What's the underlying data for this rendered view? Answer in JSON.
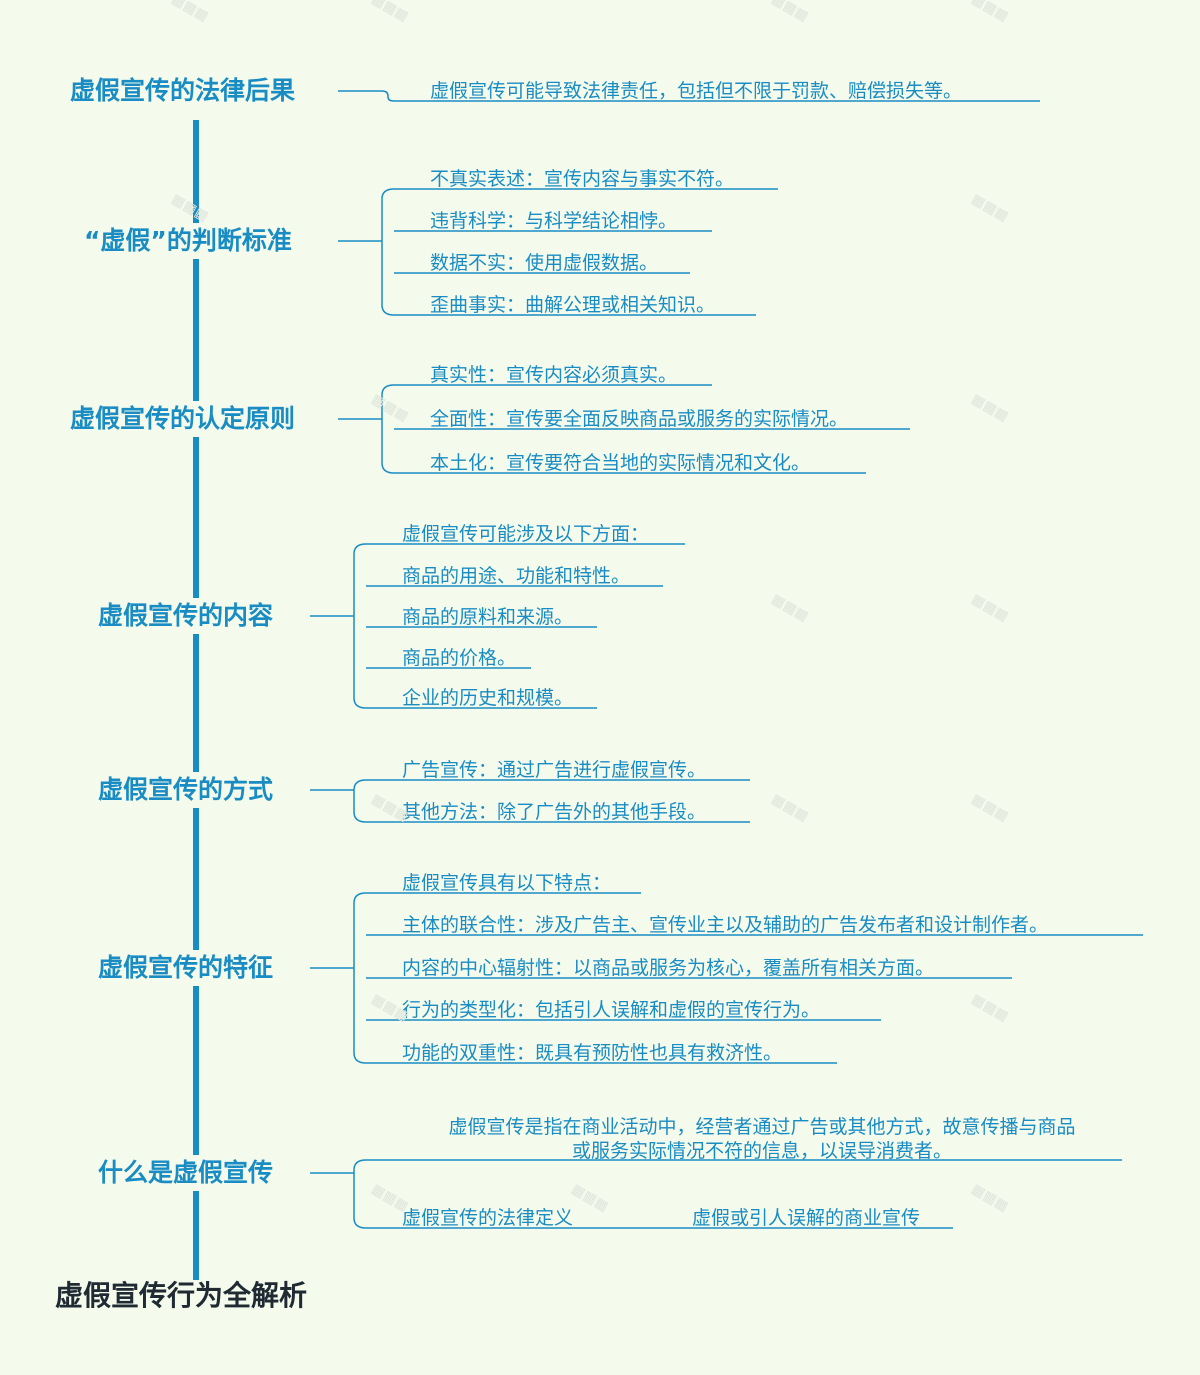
{
  "root": {
    "title": "虚假宣传行为全解析"
  },
  "branches": [
    {
      "label": "虚假宣传的法律后果",
      "leaves": [
        "虚假宣传可能导致法律责任，包括但不限于罚款、赔偿损失等。"
      ]
    },
    {
      "label": "“虚假”的判断标准",
      "leaves": [
        "不真实表述：宣传内容与事实不符。",
        "违背科学：与科学结论相悖。",
        "数据不实：使用虚假数据。",
        "歪曲事实：曲解公理或相关知识。"
      ]
    },
    {
      "label": "虚假宣传的认定原则",
      "leaves": [
        "真实性：宣传内容必须真实。",
        "全面性：宣传要全面反映商品或服务的实际情况。",
        "本土化：宣传要符合当地的实际情况和文化。"
      ]
    },
    {
      "label": "虚假宣传的内容",
      "leaves": [
        "虚假宣传可能涉及以下方面：",
        "商品的用途、功能和特性。",
        "商品的原料和来源。",
        "商品的价格。",
        "企业的历史和规模。"
      ]
    },
    {
      "label": "虚假宣传的方式",
      "leaves": [
        "广告宣传：通过广告进行虚假宣传。",
        "其他方法：除了广告外的其他手段。"
      ]
    },
    {
      "label": "虚假宣传的特征",
      "leaves": [
        "虚假宣传具有以下特点：",
        "主体的联合性：涉及广告主、宣传业主以及辅助的广告发布者和设计制作者。",
        "内容的中心辐射性：以商品或服务为核心，覆盖所有相关方面。",
        "行为的类型化：包括引人误解和虚假的宣传行为。",
        "功能的双重性：既具有预防性也具有救济性。"
      ]
    },
    {
      "label": "什么是虚假宣传",
      "leaves": [
        {
          "lines": [
            "虚假宣传是指在商业活动中，经营者通过广告或其他方式，故意传播与商品",
            "或服务实际情况不符的信息，以误导消费者。"
          ]
        },
        "虚假宣传的法律定义"
      ],
      "sub_leaf": "虚假或引人误解的商业宣传"
    }
  ],
  "colors": {
    "accent": "#1a8cc4",
    "background": "#f4fbec",
    "root_text": "#1f2a33"
  }
}
